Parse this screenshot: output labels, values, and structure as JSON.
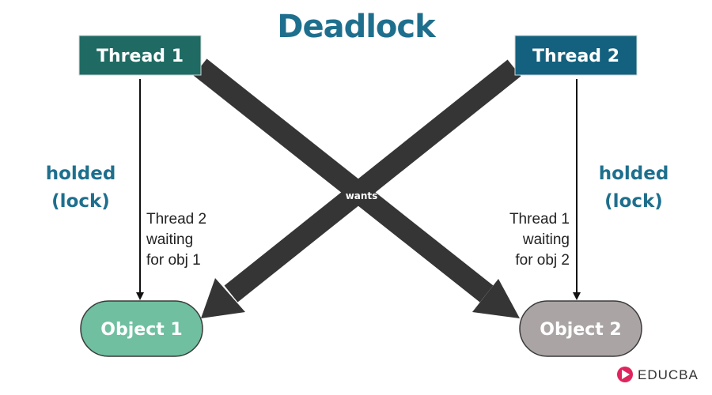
{
  "title": "Deadlock",
  "threads": {
    "thread1": {
      "label": "Thread 1",
      "color": "#1f6b63"
    },
    "thread2": {
      "label": "Thread 2",
      "color": "#13617e"
    }
  },
  "objects": {
    "object1": {
      "label": "Object 1",
      "color": "#6fbfa0"
    },
    "object2": {
      "label": "Object 2",
      "color": "#aaa4a4"
    }
  },
  "locks": {
    "left": {
      "line1": "holded",
      "line2": "(lock)"
    },
    "right": {
      "line1": "holded",
      "line2": "(lock)"
    }
  },
  "notes": {
    "left": {
      "line1": "Thread 2",
      "line2": "waiting",
      "line3": "for obj 1"
    },
    "right": {
      "line1": "Thread 1",
      "line2": "waiting",
      "line3": "for obj 2"
    }
  },
  "wants_label": "wants",
  "logo": {
    "text": "EDUCBA",
    "color": "#e0245e"
  },
  "colors": {
    "title": "#1e6f8d",
    "band": "#353535"
  }
}
